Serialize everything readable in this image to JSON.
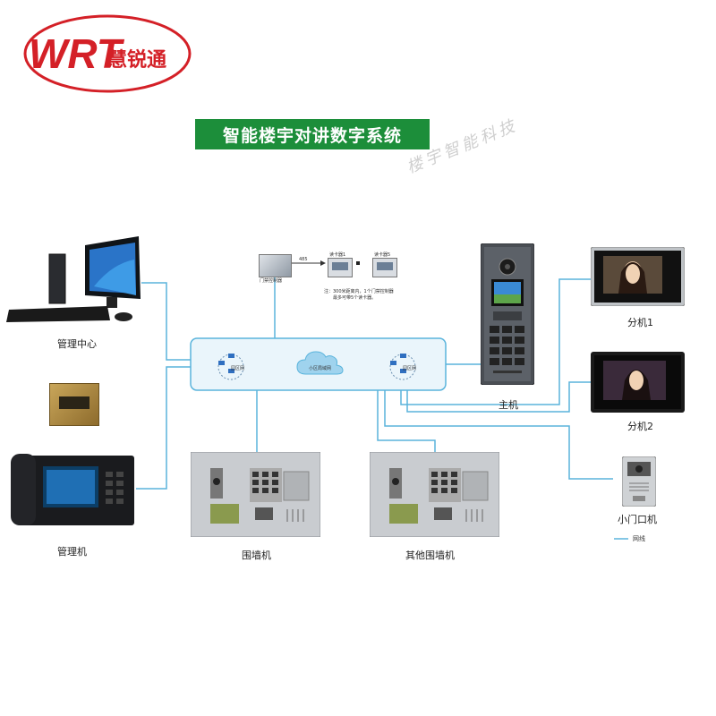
{
  "brand": {
    "logo_text": "WRT",
    "logo_cn": "慧锐通"
  },
  "title": "智能楼宇对讲数字系统",
  "watermark": "楼宇智能科技",
  "network": {
    "switch_left": "园区网",
    "cloud": "小区局域网",
    "switch_right": "园区网"
  },
  "reader": {
    "controller": "门禁控制器",
    "bus": "485",
    "card_reader_1": "读卡器1",
    "card_reader_n": "读卡器5",
    "note_line1": "注：300米距离内，1个门禁控制器",
    "note_line2": "最多可带5个读卡器。"
  },
  "devices": {
    "management_center": "管理中心",
    "management_unit": "管理机",
    "wall_unit": "围墙机",
    "other_wall_unit": "其他围墙机",
    "main_unit": "主机",
    "indoor_1": "分机1",
    "indoor_2": "分机2",
    "small_door": "小门口机"
  },
  "legend": {
    "network_line": "网线"
  },
  "colors": {
    "banner": "#1c8e3a",
    "network_line": "#5ab4dc",
    "logo_red": "#d42027"
  }
}
